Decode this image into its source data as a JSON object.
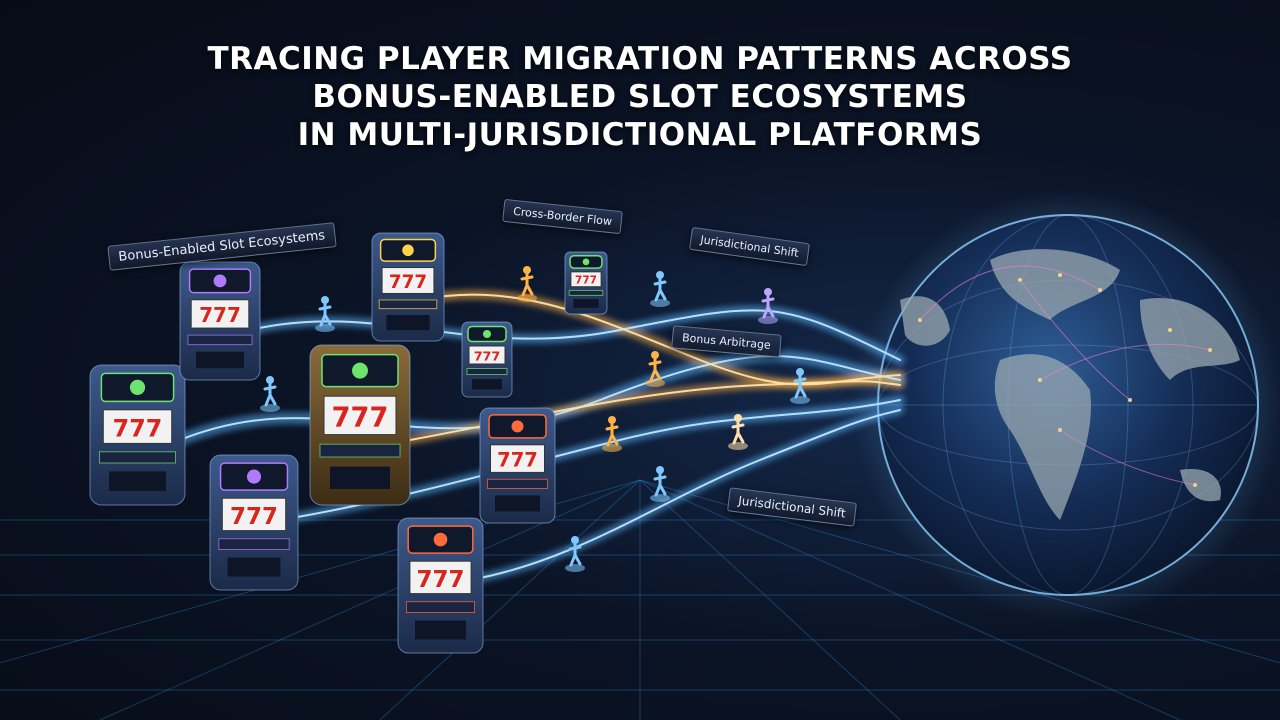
{
  "title": {
    "line1": "TRACING PLAYER MIGRATION PATTERNS ACROSS",
    "line2": "BONUS-ENABLED SLOT ECOSYSTEMS",
    "line3": "IN MULTI-JURISDICTIONAL PLATFORMS"
  },
  "labels": {
    "ecosystems": "Bonus-Enabled Slot Ecosystems",
    "cross_border": "Cross-Border Flow",
    "shift_top": "Jurisdictional Shift",
    "arbitrage": "Bonus Arbitrage",
    "shift_bottom": "Jurisdictional Shift"
  },
  "slot_reel_text": "777",
  "colors": {
    "background": "#0a1020",
    "grid": "#2a8fd6",
    "flow_blue": "#5ab8ff",
    "flow_orange": "#ffb347",
    "globe_glow": "#6fc3ff"
  }
}
